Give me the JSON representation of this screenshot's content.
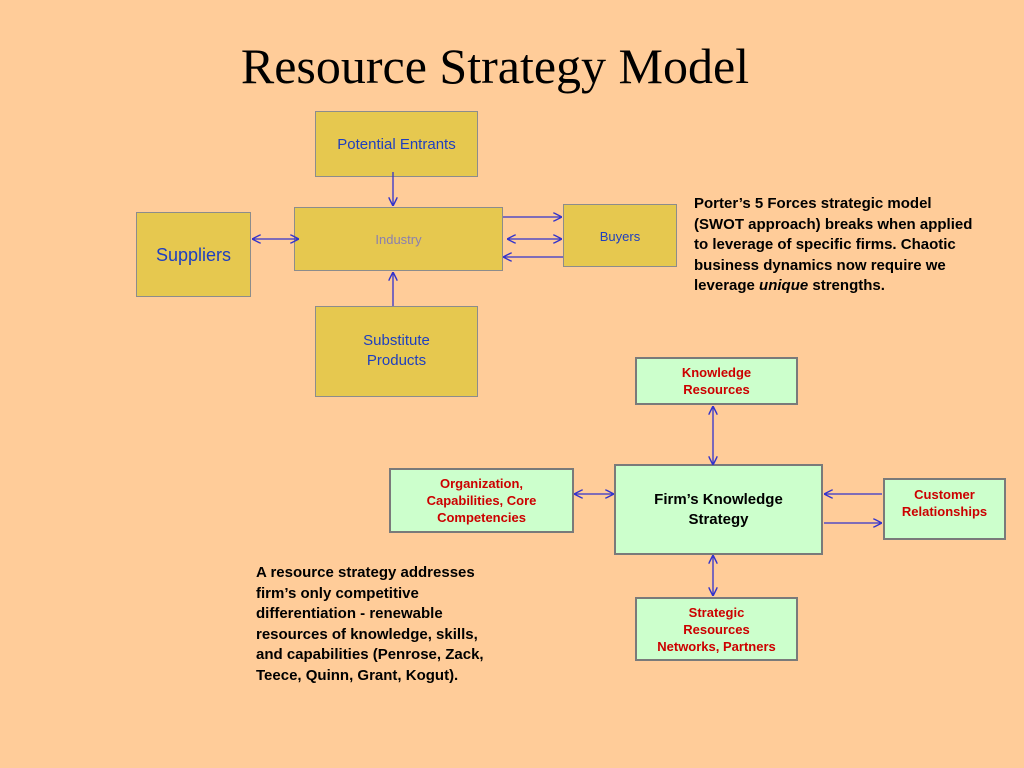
{
  "title": "Resource Strategy Model",
  "porter": {
    "potential_entrants": "Potential Entrants",
    "industry": "Industry",
    "buyers": "Buyers",
    "suppliers": "Suppliers",
    "substitute_line1": "Substitute",
    "substitute_line2": "Products"
  },
  "resource": {
    "knowledge_line1": "Knowledge",
    "knowledge_line2": "Resources",
    "firm_line1": "Firm’s Knowledge",
    "firm_line2": "Strategy",
    "organization_line1": "Organization,",
    "organization_line2": "Capabilities, Core",
    "organization_line3": "Competencies",
    "customer_line1": "Customer",
    "customer_line2": "Relationships",
    "strategic_line1": "Strategic",
    "strategic_line2": "Resources",
    "strategic_line3": "Networks, Partners"
  },
  "notes": {
    "porter_line1": "Porter’s 5 Forces strategic model",
    "porter_line2": "(SWOT approach) breaks when applied",
    "porter_line3": "to leverage of specific firms. Chaotic",
    "porter_line4": "business dynamics now require we",
    "porter_line5_pre": "leverage ",
    "porter_line5_em": "unique",
    "porter_line5_post": " strengths.",
    "resource_line1": "A resource strategy addresses",
    "resource_line2": "firm’s only competitive",
    "resource_line3": "differentiation - renewable",
    "resource_line4": "resources of knowledge, skills,",
    "resource_line5": "and capabilities (Penrose, Zack,",
    "resource_line6": "Teece, Quinn, Grant, Kogut)."
  },
  "colors": {
    "background": "#ffcc99",
    "gold_box": "#e6c84f",
    "green_box": "#ccffcc",
    "arrow": "#3333cc",
    "red_text": "#cc0000",
    "blue_text": "#1f3fbf"
  }
}
